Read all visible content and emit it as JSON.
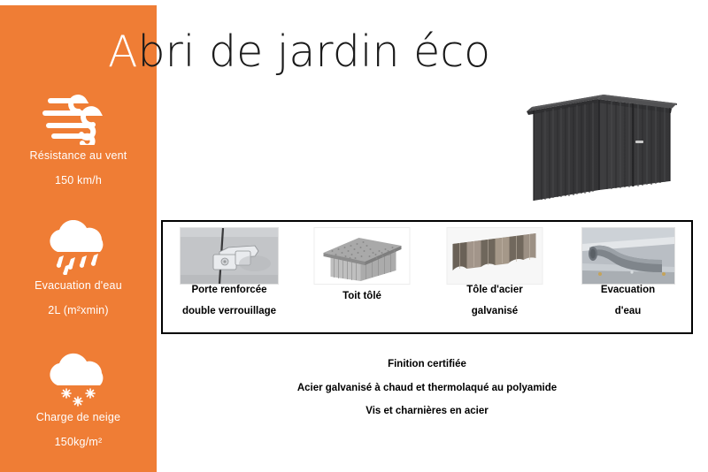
{
  "page": {
    "title": {
      "cap": "A",
      "rest": "bri de jardin éco"
    },
    "accent_color": "#ef7d35",
    "text_color": "#000000"
  },
  "sidebar": {
    "background_color": "#ef7d35",
    "specs": [
      {
        "icon": "wind-icon",
        "label": "Résistance au vent",
        "value": "150 km/h"
      },
      {
        "icon": "rain-cloud-icon",
        "label": "Evacuation d'eau",
        "value": "2L (m²xmin)"
      },
      {
        "icon": "snow-cloud-icon",
        "label": "Charge de neige",
        "value": "150kg/m²"
      }
    ]
  },
  "hero": {
    "icon": "garden-shed-photo",
    "alt": "Abri de jardin en acier gris anthracite"
  },
  "features": [
    {
      "icon": "door-lock-photo",
      "line1": "Porte renforcée",
      "line2": "double verrouillage"
    },
    {
      "icon": "metal-roof-photo",
      "line1": "Toit tôlé",
      "line2": ""
    },
    {
      "icon": "corrugated-steel-photo",
      "line1": "Tôle d'acier",
      "line2": "galvanisé"
    },
    {
      "icon": "water-drain-photo",
      "line1": "Evacuation",
      "line2": "d'eau"
    }
  ],
  "certification": {
    "line1": "Finition certifiée",
    "line2": "Acier galvanisé à chaud et thermolaqué au polyamide",
    "line3": "Vis et charnières en acier"
  }
}
